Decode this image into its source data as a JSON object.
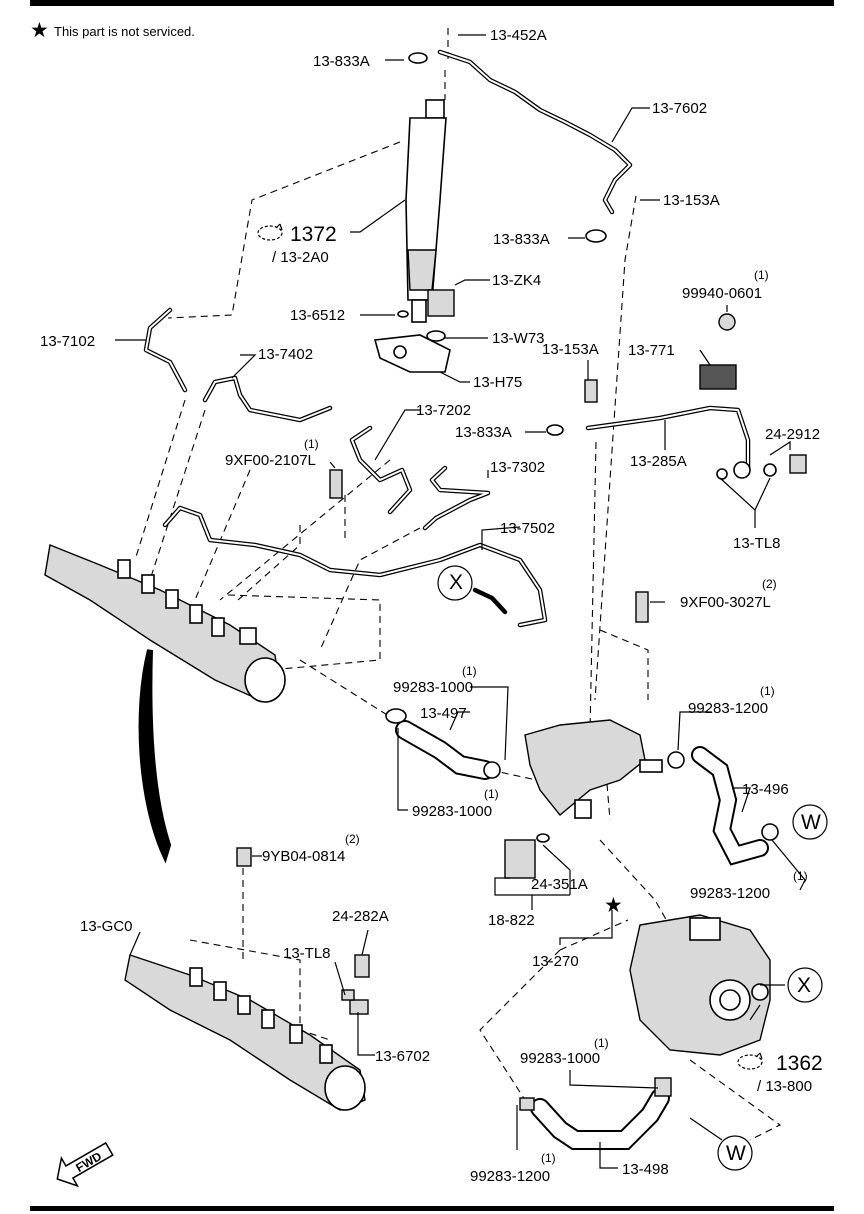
{
  "note": {
    "star": "★",
    "text": "This part is not serviced."
  },
  "labels": {
    "l_13_452A": "13-452A",
    "l_13_833A_a": "13-833A",
    "l_13_7602": "13-7602",
    "l_13_153A_a": "13-153A",
    "l_13_833A_b": "13-833A",
    "l_1372": "1372",
    "l_1372_sub": "/ 13-2A0",
    "l_13_ZK4": "13-ZK4",
    "l_13_6512": "13-6512",
    "l_13_W73": "13-W73",
    "l_13_H75": "13-H75",
    "l_99940_qty": "(1)",
    "l_99940": "99940-0601",
    "l_13_771": "13-771",
    "l_13_7102": "13-7102",
    "l_13_7402": "13-7402",
    "l_13_153A_b": "13-153A",
    "l_13_7202": "13-7202",
    "l_13_833A_c": "13-833A",
    "l_24_2912": "24-2912",
    "l_9XF00_2107L_qty": "(1)",
    "l_9XF00_2107L": "9XF00-2107L",
    "l_13_285A": "13-285A",
    "l_13_7302": "13-7302",
    "l_13_TL8_a": "13-TL8",
    "l_13_7502": "13-7502",
    "l_X_a": "X",
    "l_9XF00_3027L_qty": "(2)",
    "l_9XF00_3027L": "9XF00-3027L",
    "l_99283_1000_a_qty": "(1)",
    "l_99283_1000_a": "99283-1000",
    "l_13_497": "13-497",
    "l_99283_1000_b_qty": "(1)",
    "l_99283_1000_b": "99283-1000",
    "l_99283_1200_a_qty": "(1)",
    "l_99283_1200_a": "99283-1200",
    "l_13_496": "13-496",
    "l_W_a": "W",
    "l_99283_1200_b_qty": "(1)",
    "l_99283_1200_b": "99283-1200",
    "l_9YB04_qty": "(2)",
    "l_9YB04": "9YB04-0814",
    "l_24_351A": "24-351A",
    "l_18_822": "18-822",
    "l_13_270": "13-270",
    "l_13_GC0": "13-GC0",
    "l_24_282A": "24-282A",
    "l_13_TL8_b": "13-TL8",
    "l_13_6702": "13-6702",
    "l_X_b": "X",
    "l_1362": "1362",
    "l_1362_sub": "/ 13-800",
    "l_99283_1000_c_qty": "(1)",
    "l_99283_1000_c": "99283-1000",
    "l_W_b": "W",
    "l_99283_1200_c_qty": "(1)",
    "l_99283_1200_c": "99283-1200",
    "l_13_498": "13-498",
    "fwd": "FWD"
  },
  "icons": {
    "star": "star-icon",
    "ref_link": "reference-link-icon",
    "fwd_arrow": "forward-arrow-icon"
  },
  "colors": {
    "ink": "#000000",
    "paper": "#ffffff",
    "shade": "#d9d9d9"
  }
}
